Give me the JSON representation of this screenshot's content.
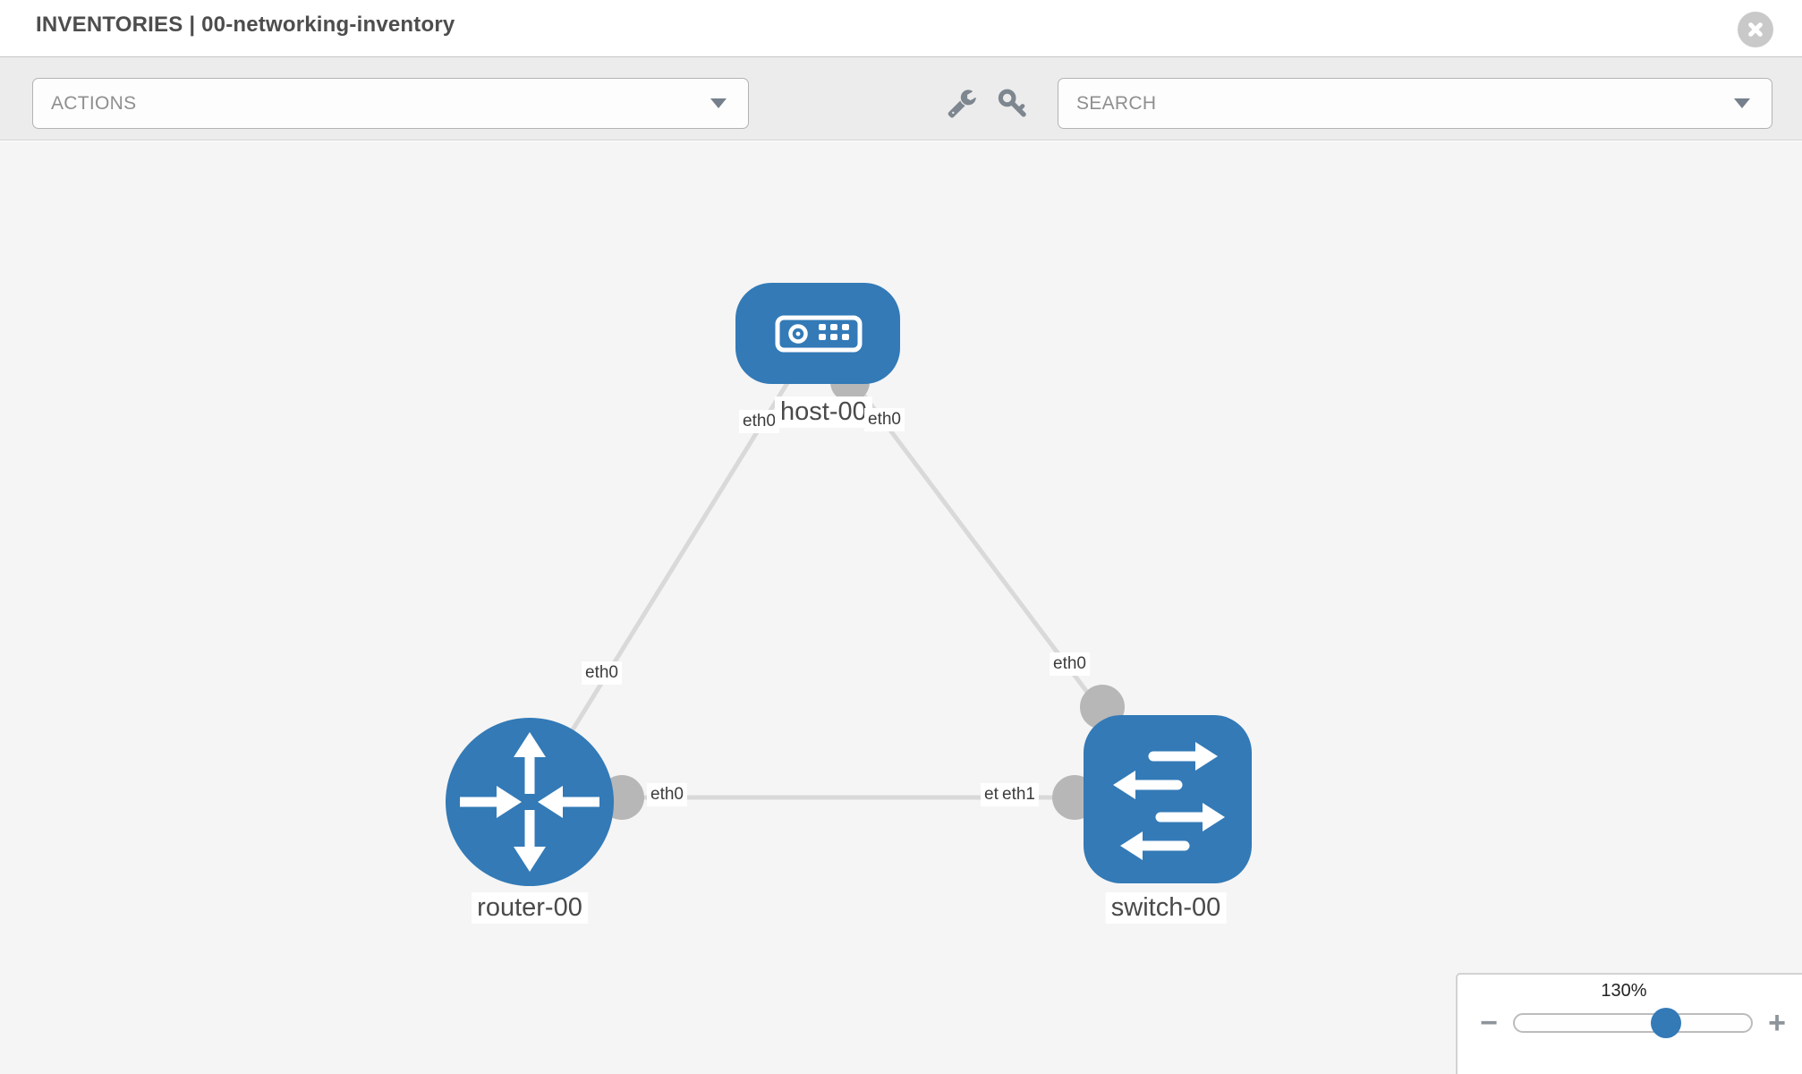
{
  "header": {
    "title": "INVENTORIES | 00-networking-inventory"
  },
  "toolbar": {
    "actions_label": "ACTIONS",
    "search_label": "SEARCH",
    "icons": [
      "wrench-icon",
      "key-icon",
      "chevron-down-icon"
    ]
  },
  "canvas": {
    "nodes": [
      {
        "id": "host-00",
        "type": "host",
        "label": "host-00"
      },
      {
        "id": "router-00",
        "type": "router",
        "label": "router-00"
      },
      {
        "id": "switch-00",
        "type": "switch",
        "label": "switch-00"
      }
    ],
    "links": [
      {
        "source": "host-00",
        "target": "router-00",
        "source_if": "eth0",
        "target_if": "eth0"
      },
      {
        "source": "host-00",
        "target": "switch-00",
        "source_if": "eth0",
        "target_if": "eth0"
      },
      {
        "source": "router-00",
        "target": "switch-00",
        "source_if": "eth0",
        "target_if": "eth1",
        "target_if_hidden": "eth0"
      }
    ]
  },
  "zoom_control": {
    "value": "130%",
    "percent": 64,
    "minus_glyph": "−",
    "plus_glyph": "+"
  },
  "colors": {
    "node_blue": "#337ab7",
    "link_gray": "#d9d9d9",
    "endpoint_gray": "#b7b7b7",
    "canvas_bg": "#f5f5f5",
    "toolbar_bg": "#ececec"
  }
}
